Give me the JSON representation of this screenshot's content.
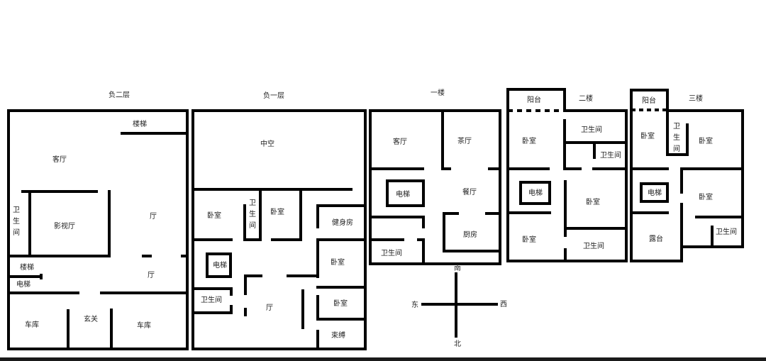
{
  "floors": {
    "b2": {
      "title": "负二层",
      "rooms": {
        "stairs_top": "楼梯",
        "living": "客厅",
        "bath": [
          "卫",
          "生",
          "间"
        ],
        "theater": "影视厅",
        "hall1": "厅",
        "stairs": "楼梯",
        "hall2": "厅",
        "elevator": "电梯",
        "garage_left": "车库",
        "entry": "玄关",
        "garage_right": "车库"
      }
    },
    "b1": {
      "title": "负一层",
      "rooms": {
        "void": "中空",
        "bedroom1": "卧室",
        "bath_v": [
          "卫",
          "生",
          "间"
        ],
        "bedroom2": "卧室",
        "gym": "健身房",
        "elevator": "电梯",
        "bedroom3": "卧室",
        "bath": "卫生间",
        "hall": "厅",
        "bedroom4": "卧室",
        "bind": "束缚"
      }
    },
    "f1": {
      "title": "一楼",
      "rooms": {
        "living": "客厅",
        "tea": "茶厅",
        "elevator": "电梯",
        "dining": "餐厅",
        "kitchen": "厨房",
        "bath": "卫生间"
      }
    },
    "f2": {
      "title": "二楼",
      "rooms": {
        "balcony": "阳台",
        "bedroom1": "卧室",
        "bath1": "卫生间",
        "bath2": "卫生间",
        "elevator": "电梯",
        "bedroom2": "卧室",
        "bedroom3": "卧室",
        "bath3": "卫生间"
      }
    },
    "f3": {
      "title": "三楼",
      "rooms": {
        "balcony": "阳台",
        "bedroom1": "卧室",
        "bath_v": [
          "卫",
          "生",
          "间"
        ],
        "bedroom2": "卧室",
        "elevator": "电梯",
        "bedroom3": "卧室",
        "terrace": "露台",
        "bath": "卫生间"
      }
    }
  },
  "compass": {
    "north": "北",
    "south": "南",
    "east": "东",
    "west": "西"
  },
  "colors": {
    "wall": "#000000",
    "text": "#222222",
    "background": "#ffffff"
  }
}
